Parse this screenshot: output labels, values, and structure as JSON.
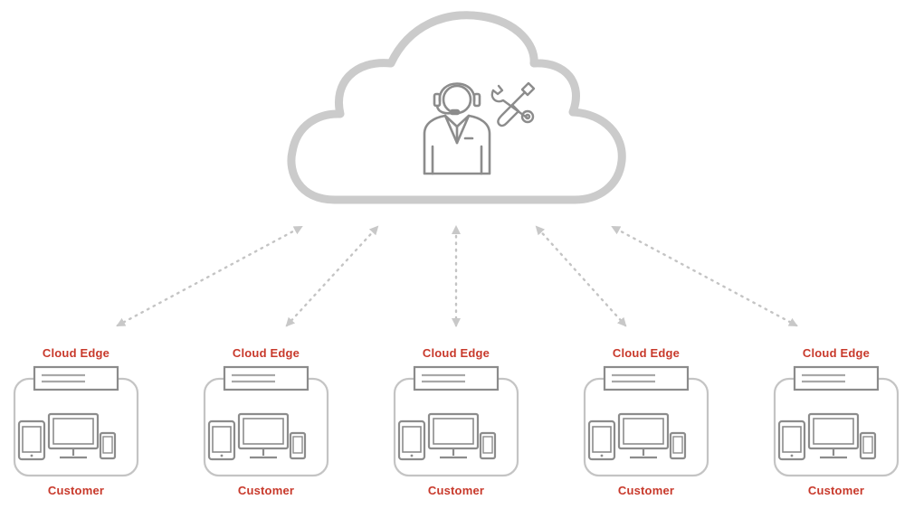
{
  "diagram": {
    "label_color": "#c8392b",
    "line_color": "#c4c4c4",
    "icon_color": "#8c8c8c",
    "center_icons": [
      "support-agent-headset-icon",
      "tools-wrench-screwdriver-icon"
    ],
    "node_icons": [
      "cloud-edge-server-icon",
      "tablet-icon",
      "desktop-monitor-icon",
      "phone-icon"
    ],
    "connector_style": "dotted double-headed arrows",
    "nodes": [
      {
        "edge_label": "Cloud Edge",
        "customer_label": "Customer"
      },
      {
        "edge_label": "Cloud Edge",
        "customer_label": "Customer"
      },
      {
        "edge_label": "Cloud Edge",
        "customer_label": "Customer"
      },
      {
        "edge_label": "Cloud Edge",
        "customer_label": "Customer"
      },
      {
        "edge_label": "Cloud Edge",
        "customer_label": "Customer"
      }
    ]
  }
}
